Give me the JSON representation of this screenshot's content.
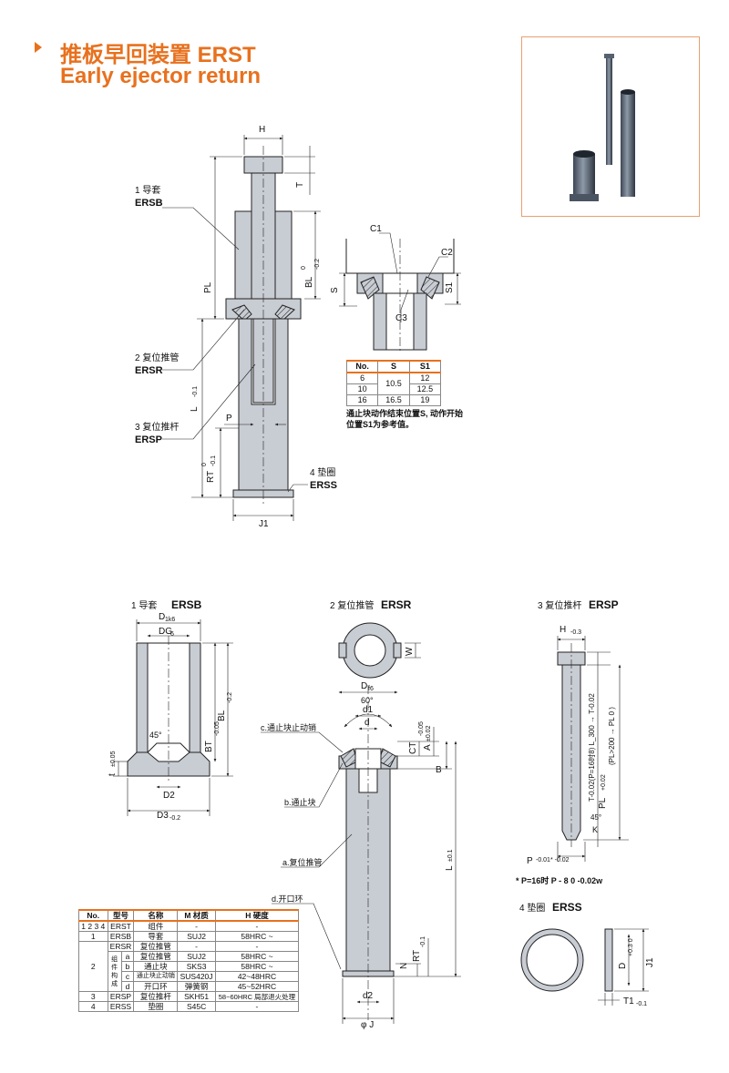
{
  "header": {
    "title_cn": "推板早回装置 ERST",
    "title_en": "Early ejector return"
  },
  "colors": {
    "accent": "#e8711e",
    "part_fill": "#c8ccd3",
    "line": "#222222"
  },
  "assembly": {
    "dims": {
      "H": "H",
      "T": "T",
      "PL": "PL",
      "BL": "BL",
      "BL_tol_top": "0",
      "BL_tol_bot": "-0.2",
      "L": "L",
      "L_tol": "-0.1",
      "P": "P",
      "RT": "RT",
      "RT_tol_top": "0",
      "RT_tol_bot": "-0.1",
      "J1": "J1"
    },
    "labels": [
      {
        "cn": "1 导套",
        "code": "ERSB"
      },
      {
        "cn": "2 复位推管",
        "code": "ERSR"
      },
      {
        "cn": "3 复位推杆",
        "code": "ERSP"
      },
      {
        "cn": "4 垫圈",
        "code": "ERSS"
      }
    ]
  },
  "detail": {
    "labels": {
      "C1": "C1",
      "C2": "C2",
      "C3": "C3",
      "S": "S",
      "S1": "S1"
    },
    "stroke_table": {
      "headers": [
        "No.",
        "S",
        "S1"
      ],
      "rows": [
        [
          "6",
          "10.5",
          "12"
        ],
        [
          "10",
          "",
          "12.5"
        ],
        [
          "16",
          "16.5",
          "19"
        ]
      ]
    },
    "note": "通止块动作结束位置S, 动作开始位置S1为参考值。"
  },
  "ersb": {
    "title_cn": "1 导套",
    "title_code": "ERSB",
    "dims": {
      "D": "D",
      "D_tol": "1k6",
      "DG": "DG",
      "DG_tol": "6",
      "BL": "BL",
      "BL_tol": "-0.2",
      "BT": "BT",
      "BT_tol": "-0.05",
      "t": "t",
      "t_tol": "±0.05",
      "D2": "D2",
      "D3": "D3",
      "D3_tol": "-0.2",
      "angle": "45°"
    }
  },
  "ersr": {
    "title_cn": "2 复位推管",
    "title_code": "ERSR",
    "dims": {
      "W": "W",
      "D": "D",
      "D_tol": "f6",
      "angle": "60°",
      "d1": "d1",
      "d": "d",
      "CT": "CT",
      "CT_tol": "-0.05",
      "A": "A",
      "A_tol": "±0.02",
      "B": "B",
      "L": "L",
      "L_tol": "±0.1",
      "N": "N",
      "RT": "RT",
      "RT_tol": "-0.1",
      "d2": "d2",
      "J": "φ J"
    },
    "callouts": [
      "c.通止块止动销",
      "b.通止块",
      "a.复位推管",
      "d.开口环"
    ]
  },
  "ersp": {
    "title_cn": "3 复位推杆",
    "title_code": "ERSP",
    "dims": {
      "H": "H",
      "H_tol": "-0.3",
      "T_text": "T-0.02(P=16时8)  L_300 → T-0.02",
      "PL_text": "(PL>200 → PL  0 )",
      "PL": "PL",
      "PL_tol": "+0.02",
      "K": "K",
      "angle": "45°",
      "P": "P",
      "P_tol": "-0.01* -0.02"
    },
    "footnote": "* P=16时  P - 8 0 -0.02w"
  },
  "erss": {
    "title_cn": "4 垫圈",
    "title_code": "ERSS",
    "dims": {
      "D": "D",
      "D_tol": "+0.3 0",
      "J1": "J1",
      "T1": "T1",
      "T1_tol": "-0.1"
    }
  },
  "materials_table": {
    "headers": [
      "No.",
      "型号",
      "名称",
      "M 材质",
      "H 硬度"
    ],
    "rows": [
      [
        "1 2 3 4",
        "ERST",
        "",
        "组件",
        "-",
        "-"
      ],
      [
        "1",
        "ERSB",
        "",
        "导套",
        "SUJ2",
        "58HRC ~"
      ],
      [
        "2",
        "ERSR",
        "",
        "复位推管",
        "-",
        "-"
      ],
      [
        "",
        "",
        "a",
        "复位推管",
        "SUJ2",
        "58HRC ~"
      ],
      [
        "",
        "",
        "b",
        "通止块",
        "SKS3",
        "58HRC ~"
      ],
      [
        "",
        "",
        "c",
        "通止块止动销",
        "SUS420J",
        "42~48HRC"
      ],
      [
        "",
        "",
        "d",
        "开口环",
        "弹簧钢",
        "45~52HRC"
      ],
      [
        "3",
        "ERSP",
        "",
        "复位推杆",
        "SKH51",
        "58~60HRC 局部退火处理"
      ],
      [
        "4",
        "ERSS",
        "",
        "垫圈",
        "S45C",
        "-"
      ]
    ],
    "group_label": "组件构成"
  }
}
